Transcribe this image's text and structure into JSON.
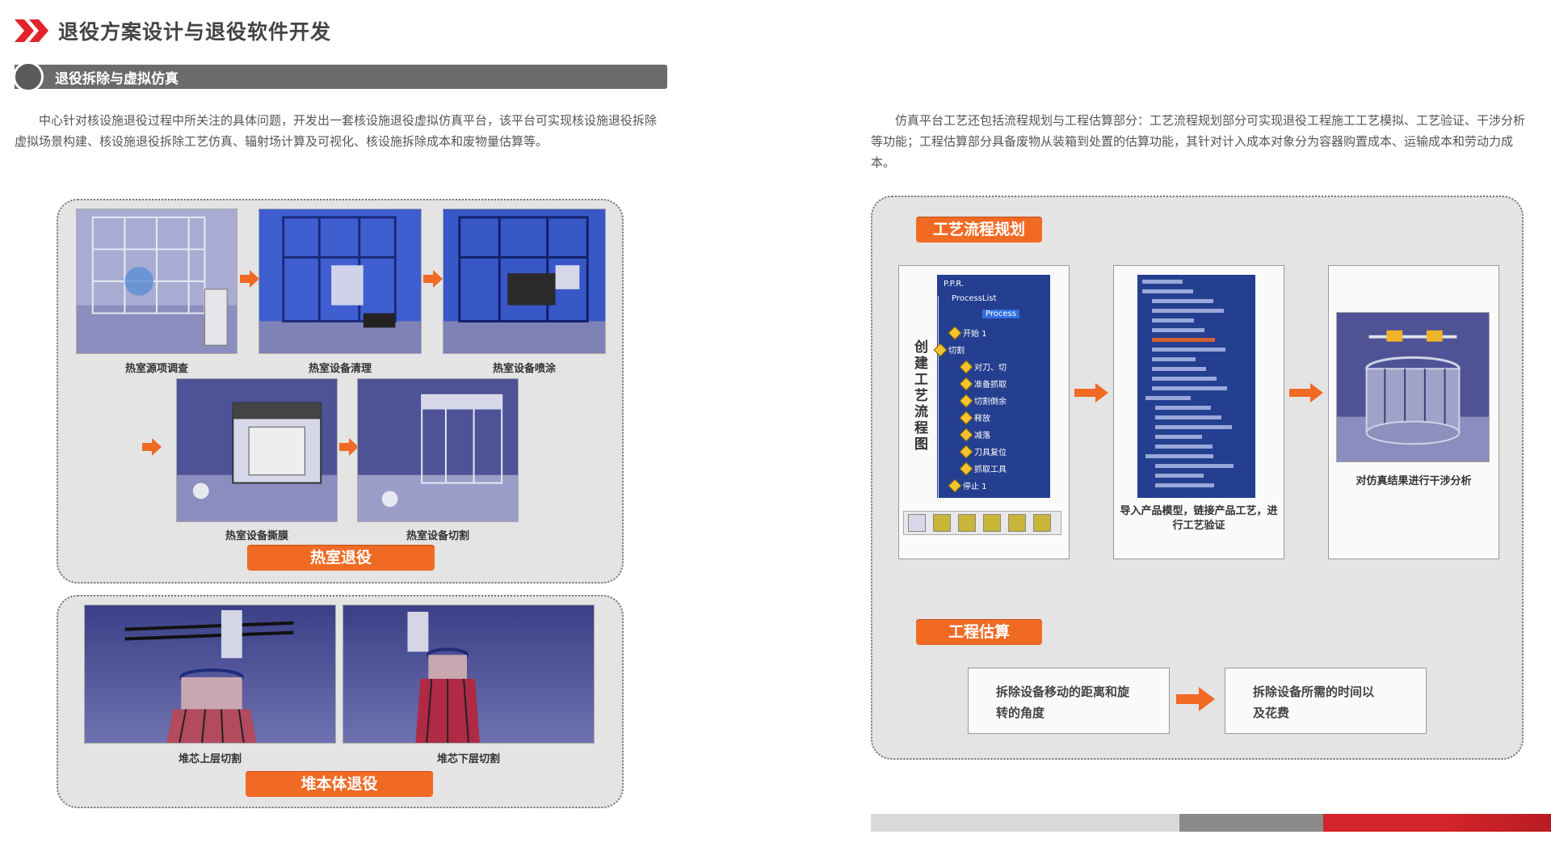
{
  "header": {
    "title": "退役方案设计与退役软件开发",
    "accent_color": "#e0242a"
  },
  "section": {
    "title": "退役拆除与虚拟仿真"
  },
  "intro_left": "中心针对核设施退役过程中所关注的具体问题，开发出一套核设施退役虚拟仿真平台，该平台可实现核设施退役拆除虚拟场景构建、核设施退役拆除工艺仿真、辐射场计算及可视化、核设施拆除成本和废物量估算等。",
  "intro_right": "仿真平台工艺还包括流程规划与工程估算部分：工艺流程规划部分可实现退役工程施工工艺模拟、工艺验证、干涉分析等功能；工程估算部分具备废物从装箱到处置的估算功能，其针对计入成本对象分为容器购置成本、运输成本和劳动力成本。",
  "hot_cell": {
    "steps": [
      "热室源项调查",
      "热室设备清理",
      "热室设备喷涂",
      "热室设备撕膜",
      "热室设备切割"
    ],
    "button": "热室退役"
  },
  "reactor": {
    "steps": [
      "堆芯上层切割",
      "堆芯下层切割"
    ],
    "button": "堆本体退役"
  },
  "process_planning": {
    "title": "工艺流程规划",
    "vertical_label": "创建工艺流程图",
    "tree": {
      "root": "P.P.R.",
      "list": "ProcessList",
      "selected": "Process",
      "items": [
        "开始 1",
        "切割",
        "对刀、切",
        "准备抓取",
        "切割倒余",
        "释放",
        "减落",
        "刀具复位",
        "抓取工具",
        "停止 1"
      ]
    },
    "step2_caption": "导入产品模型，链接产品工艺，进行工艺验证",
    "step3_caption": "对仿真结果进行干涉分析"
  },
  "estimation": {
    "title": "工程估算",
    "box1": "拆除设备移动的距离和旋转的角度",
    "box2": "拆除设备所需的时间以及花费"
  },
  "colors": {
    "orange": "#f06a24",
    "panel_bg": "#e4e4e4",
    "scene_purple": "#5b5f9e",
    "catia_blue": "#243f8f"
  }
}
